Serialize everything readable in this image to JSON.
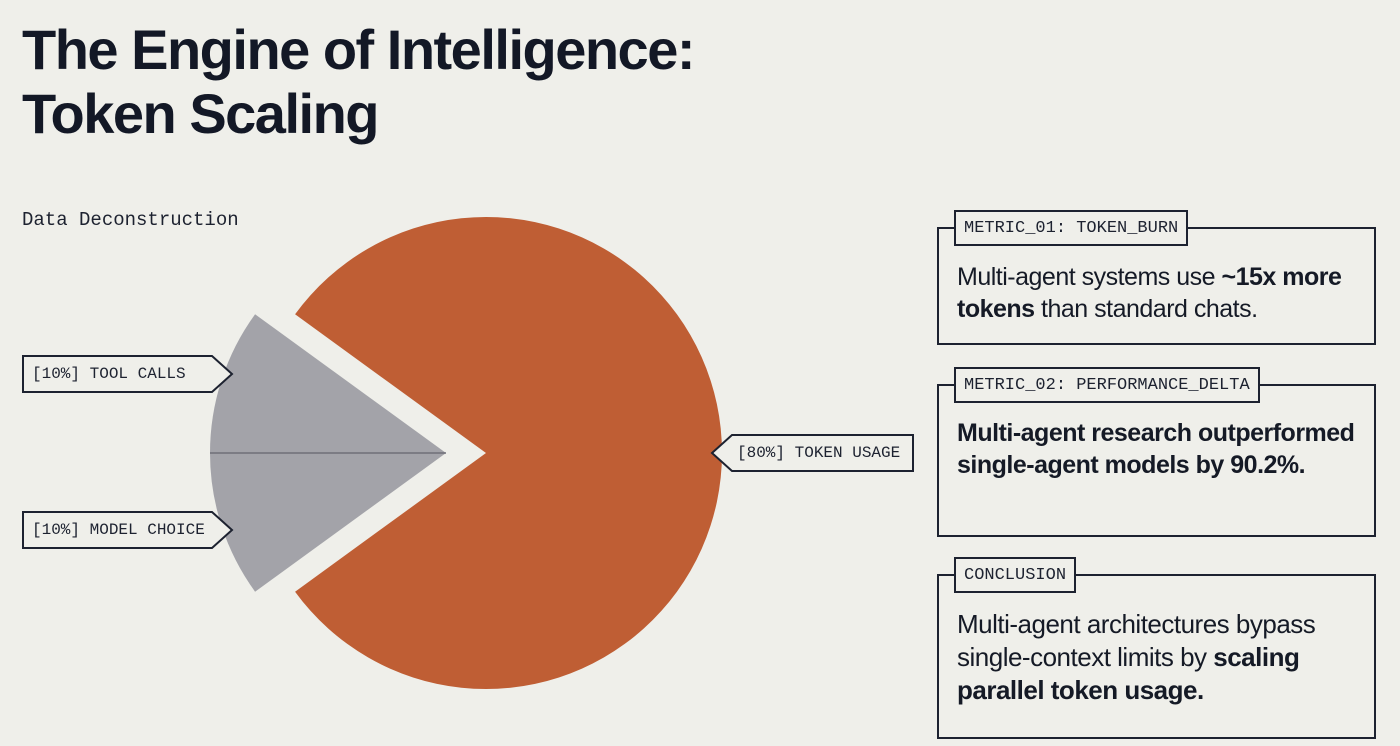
{
  "title": {
    "line1": "The Engine of Intelligence:",
    "line2": "Token Scaling"
  },
  "subtitle": "Data Deconstruction",
  "chart_data": {
    "type": "pie",
    "exploded": true,
    "slices": [
      {
        "label": "TOKEN USAGE",
        "value": 80,
        "color": "#bf5e34",
        "display": "[80%] TOKEN USAGE"
      },
      {
        "label": "MODEL CHOICE",
        "value": 10,
        "color": "#a3a3a9",
        "display": "[10%] MODEL CHOICE"
      },
      {
        "label": "TOOL CALLS",
        "value": 10,
        "color": "#a3a3a9",
        "display": "[10%] TOOL CALLS"
      }
    ]
  },
  "panels": {
    "metric1": {
      "tag": "METRIC_01: TOKEN_BURN",
      "text_pre": "Multi-agent systems use ",
      "text_bold": "~15x more tokens",
      "text_post": " than standard chats."
    },
    "metric2": {
      "tag": "METRIC_02: PERFORMANCE_DELTA",
      "text": "Multi-agent research outperformed single-agent models by 90.2%."
    },
    "conclusion": {
      "tag": "CONCLUSION",
      "text_pre": "Multi-agent architectures bypass single-context limits by ",
      "text_bold": "scaling parallel token usage."
    }
  },
  "colors": {
    "background": "#efefea",
    "ink": "#151a26",
    "accent": "#bf5e34",
    "neutral": "#a3a3a9",
    "divider": "#6f6f78"
  }
}
